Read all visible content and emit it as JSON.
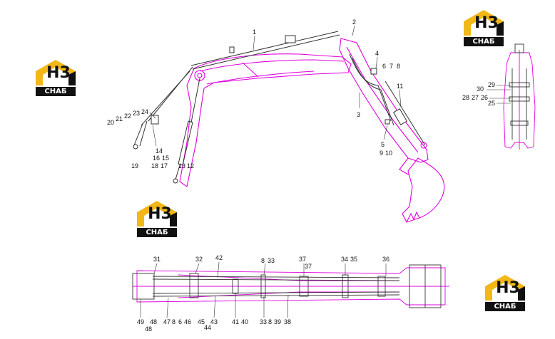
{
  "colors": {
    "boom_magenta": "#e000e0",
    "linework": "#333333",
    "logo_gold": "#f2b817",
    "logo_dark": "#111111"
  },
  "logo": {
    "letters": "H3",
    "caption": "СНАБ"
  },
  "callouts_side_view": [
    "1",
    "2",
    "3",
    "4",
    "5",
    "6",
    "7",
    "8",
    "9",
    "10",
    "11",
    "12",
    "13",
    "14",
    "15",
    "16",
    "17",
    "18",
    "19",
    "20",
    "21",
    "22",
    "23",
    "24"
  ],
  "callouts_detail_view": [
    "25",
    "26",
    "27",
    "28",
    "29",
    "30"
  ],
  "callouts_top_view_upper": [
    "31",
    "32",
    "42",
    "8",
    "33",
    "37",
    "37",
    "34",
    "35",
    "36"
  ],
  "callouts_top_view_lower": [
    "49",
    "48",
    "48",
    "47",
    "8",
    "6",
    "46",
    "45",
    "43",
    "44",
    "41",
    "40",
    "33",
    "8",
    "39",
    "38"
  ]
}
